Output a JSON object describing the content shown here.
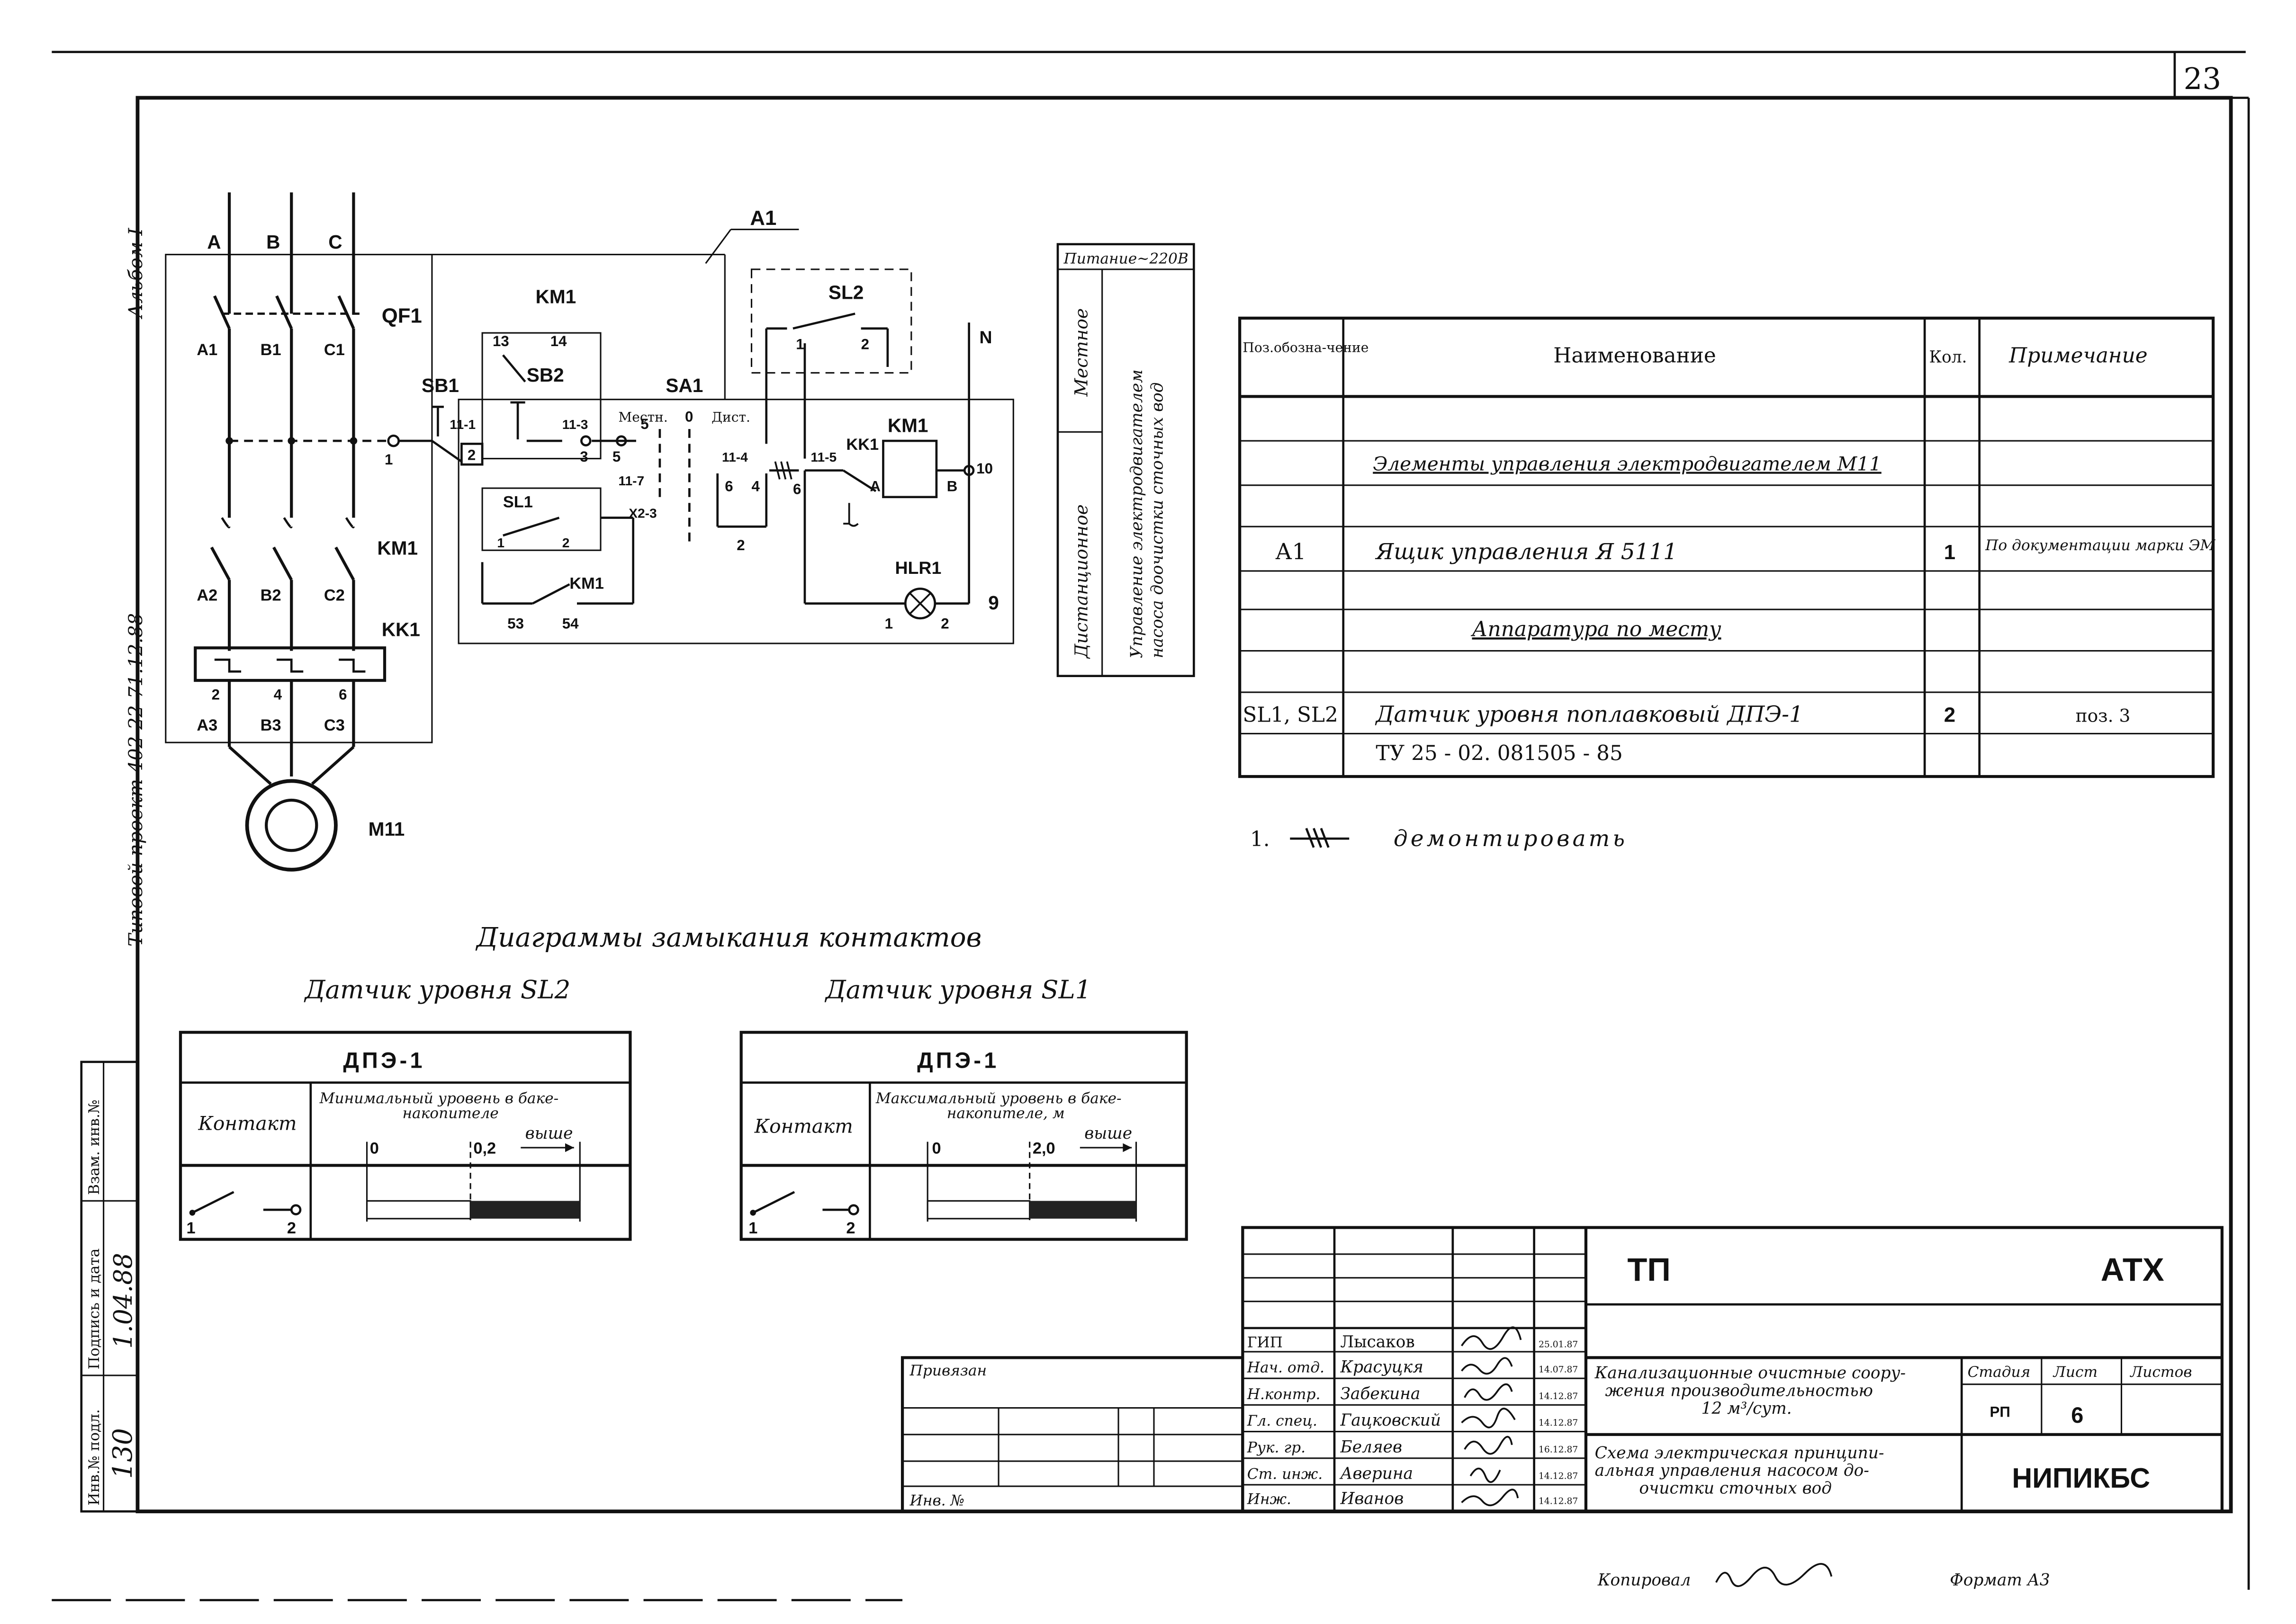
{
  "sheet": {
    "number": "23",
    "format": "Формат А3",
    "copied": "Копировал"
  },
  "binding": {
    "album": "Альбом I",
    "project": "Типовой проект 402-22-71.12.88",
    "inv_no_label": "Инв.№ подл.",
    "inv_no_value": "130",
    "sign_label": "Подпись и дата",
    "sign_value": "1.04.88",
    "vzam_label": "Взам. инв.№"
  },
  "schematic": {
    "phases": [
      "A",
      "B",
      "C"
    ],
    "contacts_in": [
      "A1",
      "B1",
      "C1"
    ],
    "contacts_mid": [
      "A2",
      "B2",
      "C2"
    ],
    "contacts_out": [
      "A3",
      "B3",
      "C3"
    ],
    "overload_terms": [
      "2",
      "4",
      "6"
    ],
    "labels": {
      "qf1": "QF1",
      "km1_main": "KM1",
      "kk1_main": "KK1",
      "motor": "M11",
      "sb1": "SB1",
      "sb2": "SB2",
      "km1_top": "KM1",
      "sa1": "SA1",
      "a1": "A1",
      "sl2": "SL2",
      "sl1": "SL1",
      "km1_aux": "KM1",
      "kk1_aux": "KK1",
      "km1_coil": "KM1",
      "hlr1": "HLR1",
      "n": "N",
      "mestn": "Местн.",
      "dist": "Дист.",
      "t13": "13",
      "t14": "14",
      "t53": "53",
      "t54": "54",
      "t11_1": "11-1",
      "t11_3": "11-3",
      "t11_4": "11-4",
      "t11_5": "11-5",
      "t11_7": "11-7",
      "x2_3": "X2-3",
      "t0": "0",
      "n1": "1",
      "n2": "2",
      "n3": "3",
      "n4": "4",
      "n5": "5",
      "n5b": "5",
      "n6": "6",
      "n6b": "6",
      "n9": "9",
      "n10": "10",
      "n2b": "2",
      "n1b": "1",
      "n2c": "2",
      "sl1_1": "1",
      "sl1_2": "2",
      "sl2_1": "1",
      "sl2_2": "2",
      "coil_a": "A",
      "coil_b": "B"
    }
  },
  "control_label": {
    "power": "Питание~220В",
    "local": "Местное",
    "remote": "Дистанционное",
    "purpose": "Управление электродвигателем насоса доочистки сточных вод"
  },
  "spec_table": {
    "headers": [
      "Поз.обозна-чение",
      "Наименование",
      "Кол.",
      "Примечание"
    ],
    "sections": [
      "Элементы управления электродвигателем М11",
      "Аппаратура по месту"
    ],
    "rows": [
      {
        "pos": "А1",
        "name": "Ящик управления Я 5111",
        "qty": "1",
        "note": "По документации марки ЭМ"
      },
      {
        "pos": "SL1, SL2",
        "name": "Датчик уровня поплавковый ДПЭ-1",
        "qty": "2",
        "note": "поз. 3"
      },
      {
        "pos": "",
        "name": "ТУ 25 - 02. 081505 - 85",
        "qty": "",
        "note": ""
      }
    ]
  },
  "note": {
    "num": "1.",
    "text": "демонтировать"
  },
  "diagrams": {
    "title": "Диаграммы замыкания контактов",
    "left": {
      "caption": "Датчик уровня SL2",
      "device": "ДПЭ-1",
      "contact_label": "Контакт",
      "desc": "Минимальный уровень в баке-накопителе",
      "t0": "0",
      "t1": "0,2",
      "above": "выше",
      "c1": "1",
      "c2": "2"
    },
    "right": {
      "caption": "Датчик уровня SL1",
      "device": "ДПЭ-1",
      "contact_label": "Контакт",
      "desc": "Максимальный уровень в баке-накопителе, м",
      "t0": "0",
      "t1": "2,0",
      "above": "выше",
      "c1": "1",
      "c2": "2"
    }
  },
  "title_block": {
    "code_left": "ТП",
    "code_right": "АТХ",
    "bound": "Привязан",
    "inv": "Инв. №",
    "people": [
      {
        "role": "ГИП",
        "name": "Лысаков",
        "date": "25.01.87"
      },
      {
        "role": "Нач. отд.",
        "name": "Красуцкя",
        "date": "14.07.87"
      },
      {
        "role": "Н.контр.",
        "name": "Забекина",
        "date": "14.12.87"
      },
      {
        "role": "Гл. спец.",
        "name": "Гацковский",
        "date": "14.12.87"
      },
      {
        "role": "Рук. гр.",
        "name": "Беляев",
        "date": "16.12.87"
      },
      {
        "role": "Ст. инж.",
        "name": "Аверина",
        "date": "14.12.87"
      },
      {
        "role": "Инж.",
        "name": "Иванов",
        "date": "14.12.87"
      }
    ],
    "object": "Канализационные очистные сооружения производительностью 12 м³/сут.",
    "drawing": "Схема электрическая принципиальная управления насосом доочистки сточных вод",
    "stage_label": "Стадия",
    "sheet_label": "Лист",
    "sheets_label": "Листов",
    "stage": "РП",
    "sheet": "6",
    "org": "НИПИКБС"
  }
}
